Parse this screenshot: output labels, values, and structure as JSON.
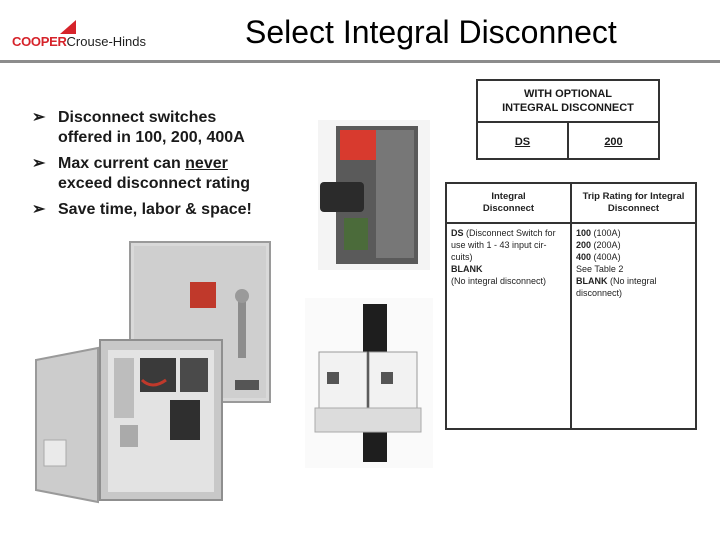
{
  "header": {
    "logo_cooper": "COOPER",
    "logo_rest": "Crouse-Hinds",
    "title": "Select Integral Disconnect"
  },
  "bullets": [
    {
      "lines": [
        "Disconnect switches",
        "offered in 100, 200, 400A"
      ]
    },
    {
      "line1_pre": "Max current can ",
      "line1_u": "never",
      "line2": "exceed disconnect rating"
    },
    {
      "text": "Save time, labor & space!"
    }
  ],
  "option_table": {
    "header_line1": "WITH OPTIONAL",
    "header_line2": "INTEGRAL DISCONNECT",
    "code": "DS",
    "rating": "200"
  },
  "legend_table": {
    "col1_header_l1": "Integral",
    "col1_header_l2": "Disconnect",
    "col2_header_l1": "Trip Rating for Integral",
    "col2_header_l2": "Disconnect",
    "col1": {
      "ds_code": "DS",
      "ds_desc_l1": "(Disconnect Switch for",
      "ds_desc_l2": "use with 1 - 43 input cir-",
      "ds_desc_l3": "cuits)",
      "blank_code": "BLANK",
      "blank_desc": "(No integral disconnect)"
    },
    "col2": {
      "r100": "100",
      "r100_d": "(100A)",
      "r200": "200",
      "r200_d": "(200A)",
      "r400": "400",
      "r400_d": "(400A)",
      "see": "See Table 2",
      "blank_code": "BLANK",
      "blank_d1": "(No integral",
      "blank_d2": "disconnect)"
    }
  },
  "colors": {
    "brand_red": "#d6232a",
    "rule_gray": "#8c8c8c"
  }
}
